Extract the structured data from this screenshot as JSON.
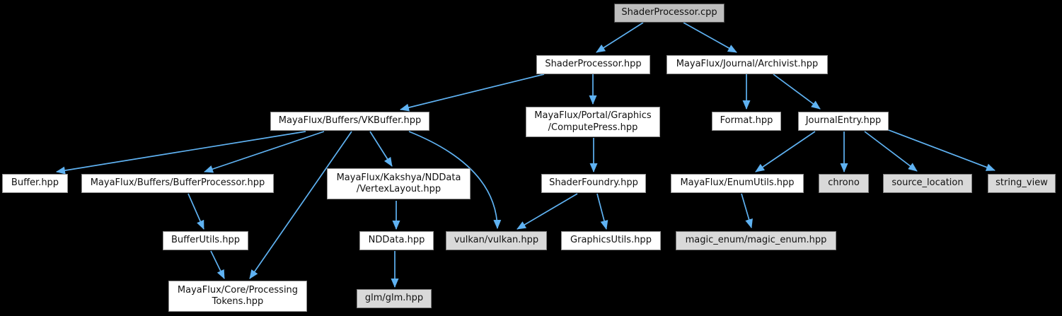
{
  "diagram": {
    "type": "include-dependency-graph",
    "root_file": "ShaderProcessor.cpp",
    "colors": {
      "background": "#000000",
      "edge": "#5fb2f2",
      "internal_node_fill": "#ffffff",
      "internal_node_border": "#8f8f8f",
      "external_node_fill": "#d9d9d9",
      "external_node_border": "#7d7d7d",
      "root_node_fill": "#bebebe",
      "root_node_border": "#4d4d4d",
      "text": "#111111"
    },
    "nodes": {
      "shaderprocessor_cpp": {
        "label": "ShaderProcessor.cpp",
        "kind": "root"
      },
      "shaderprocessor_hpp": {
        "label": "ShaderProcessor.hpp",
        "kind": "internal"
      },
      "archivist": {
        "label": "MayaFlux/Journal/Archivist.hpp",
        "kind": "internal"
      },
      "vkbuffer": {
        "label": "MayaFlux/Buffers/VKBuffer.hpp",
        "kind": "internal"
      },
      "computepress": {
        "label": "MayaFlux/Portal/Graphics\n/ComputePress.hpp",
        "kind": "internal"
      },
      "format": {
        "label": "Format.hpp",
        "kind": "internal"
      },
      "journalentry": {
        "label": "JournalEntry.hpp",
        "kind": "internal"
      },
      "buffer": {
        "label": "Buffer.hpp",
        "kind": "internal"
      },
      "bufferprocessor": {
        "label": "MayaFlux/Buffers/BufferProcessor.hpp",
        "kind": "internal"
      },
      "vertexlayout": {
        "label": "MayaFlux/Kakshya/NDData\n/VertexLayout.hpp",
        "kind": "internal"
      },
      "shaderfoundry": {
        "label": "ShaderFoundry.hpp",
        "kind": "internal"
      },
      "enumutils": {
        "label": "MayaFlux/EnumUtils.hpp",
        "kind": "internal"
      },
      "chrono": {
        "label": "chrono",
        "kind": "external"
      },
      "source_location": {
        "label": "source_location",
        "kind": "external"
      },
      "string_view": {
        "label": "string_view",
        "kind": "external"
      },
      "bufferutils": {
        "label": "BufferUtils.hpp",
        "kind": "internal"
      },
      "nddata": {
        "label": "NDData.hpp",
        "kind": "internal"
      },
      "vulkan": {
        "label": "vulkan/vulkan.hpp",
        "kind": "external"
      },
      "graphicsutils": {
        "label": "GraphicsUtils.hpp",
        "kind": "internal"
      },
      "magic_enum": {
        "label": "magic_enum/magic_enum.hpp",
        "kind": "external"
      },
      "processingtokens": {
        "label": "MayaFlux/Core/Processing\nTokens.hpp",
        "kind": "internal"
      },
      "glm": {
        "label": "glm/glm.hpp",
        "kind": "external"
      }
    },
    "edges": [
      {
        "from": "shaderprocessor_cpp",
        "to": "shaderprocessor_hpp"
      },
      {
        "from": "shaderprocessor_cpp",
        "to": "archivist"
      },
      {
        "from": "shaderprocessor_hpp",
        "to": "vkbuffer"
      },
      {
        "from": "shaderprocessor_hpp",
        "to": "computepress"
      },
      {
        "from": "archivist",
        "to": "format"
      },
      {
        "from": "archivist",
        "to": "journalentry"
      },
      {
        "from": "vkbuffer",
        "to": "buffer"
      },
      {
        "from": "vkbuffer",
        "to": "bufferprocessor"
      },
      {
        "from": "vkbuffer",
        "to": "vertexlayout"
      },
      {
        "from": "vkbuffer",
        "to": "processingtokens"
      },
      {
        "from": "vkbuffer",
        "to": "vulkan"
      },
      {
        "from": "bufferprocessor",
        "to": "bufferutils"
      },
      {
        "from": "bufferutils",
        "to": "processingtokens"
      },
      {
        "from": "vertexlayout",
        "to": "nddata"
      },
      {
        "from": "nddata",
        "to": "glm"
      },
      {
        "from": "computepress",
        "to": "shaderfoundry"
      },
      {
        "from": "shaderfoundry",
        "to": "vulkan"
      },
      {
        "from": "shaderfoundry",
        "to": "graphicsutils"
      },
      {
        "from": "journalentry",
        "to": "enumutils"
      },
      {
        "from": "journalentry",
        "to": "chrono"
      },
      {
        "from": "journalentry",
        "to": "source_location"
      },
      {
        "from": "journalentry",
        "to": "string_view"
      },
      {
        "from": "enumutils",
        "to": "magic_enum"
      }
    ]
  }
}
